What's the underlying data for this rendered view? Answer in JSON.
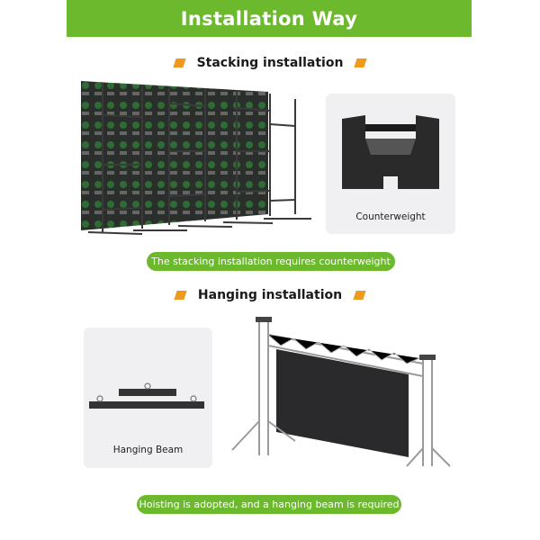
{
  "header": {
    "title": "Installation Way"
  },
  "stacking": {
    "title": "Stacking installation",
    "image_alt": "stacked-led-panels-on-frames",
    "card": {
      "caption": "Counterweight",
      "image_alt": "counterweight-block"
    },
    "note": "The stacking installation requires counterweight"
  },
  "hanging": {
    "title": "Hanging installation",
    "card": {
      "caption": "Hanging Beam",
      "image_alt": "hanging-beam"
    },
    "image_alt": "truss-with-hanging-led-screen",
    "note": "Hoisting is adopted, and a hanging beam is required"
  },
  "colors": {
    "green": "#6cb92e",
    "orange": "#ee9a1c",
    "card_bg": "#f0f0f2"
  }
}
